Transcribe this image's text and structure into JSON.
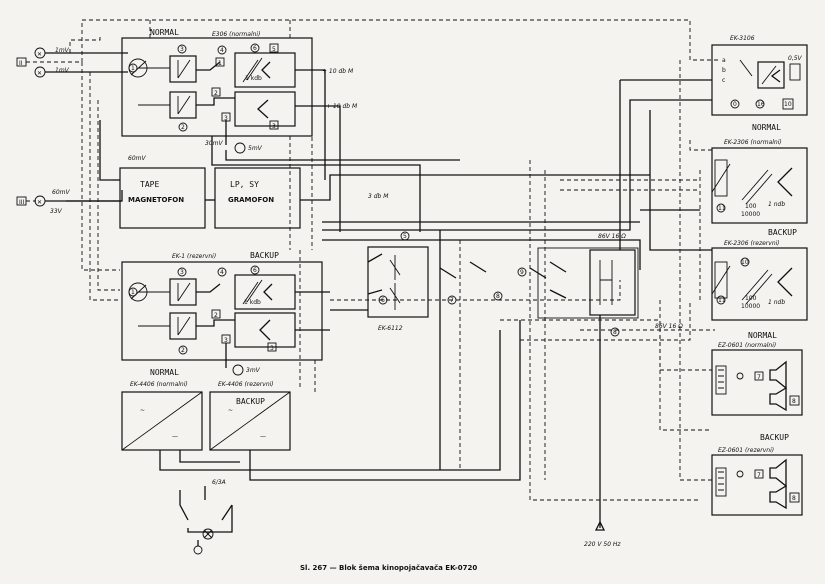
{
  "caption": "Sl. 267 — Blok šema kinopojačavača EK-0720",
  "units": {
    "north_normal": {
      "handwritten": "NORMAL",
      "model": "E306 (normalni)"
    },
    "backup_preamp": {
      "model": "EK-1 (rezervni)",
      "handwritten": "BACKUP"
    },
    "ek306_top": "EK-3106",
    "ek2306_normal": {
      "handwritten": "NORMAL",
      "model": "EK-2306 (normalni)"
    },
    "ek2306_backup": {
      "handwritten": "BACKUP",
      "model": "EK-2306 (rezervni)"
    },
    "ps_normal": {
      "handwritten": "NORMAL",
      "model": "EK-4406 (normalni)"
    },
    "ps_backup": {
      "handwritten": "BACKUP",
      "model": "EK-4406 (rezervni)"
    },
    "ez_normal": {
      "handwritten": "NORMAL",
      "model": "EZ-0601 (normalni)"
    },
    "ez_backup": {
      "handwritten": "BACKUP",
      "model": "EZ-0601 (rezervni)"
    },
    "tape": {
      "handwritten": "TAPE",
      "label": "MAGNETOFON"
    },
    "gramofon": {
      "handwritten": "LP, SY",
      "label": "GRAMOFON"
    },
    "switch_unit": "EK-6112"
  },
  "signal_labels": {
    "in1": "1mV",
    "in2": "1mV",
    "v60": "60mV",
    "v33": "33V",
    "db10a": "+ 10 db M",
    "db10b": "+ 10 db M",
    "v5a": "5mV",
    "v30": "30mV",
    "db3": "3 db M",
    "v3b": "3mV",
    "v60b": "60mV",
    "spk05": "0,5V",
    "ohm86": "86V 16 Ω",
    "ohm86b": "86V 16 Ω",
    "db10c": "+ 10 db",
    "db10d": "+ 10 db",
    "res100a": "100",
    "res10000a": "10000",
    "res100b": "100",
    "res10000b": "10000",
    "gain2a": "1 ndb",
    "gain2b": "1 ndb",
    "fuse": "6/3A",
    "mains": "220 V 50 Hz"
  }
}
